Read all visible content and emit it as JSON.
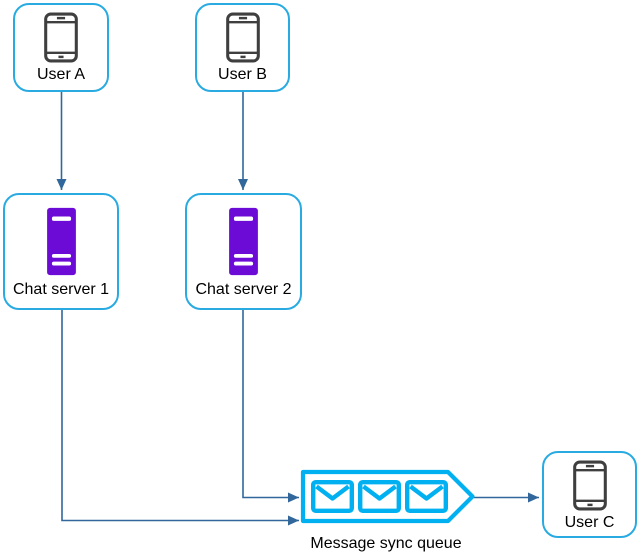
{
  "diagram": {
    "background": "#ffffff",
    "colors": {
      "node_border": "#29abe2",
      "queue_accent": "#00b0f0",
      "server_fill": "#6c0ad6",
      "phone_stroke": "#3f3f3f",
      "edge": "#31679b",
      "label_text": "#000000"
    },
    "nodes": {
      "user_a": {
        "label": "User A",
        "icon": "smartphone-icon"
      },
      "user_b": {
        "label": "User B",
        "icon": "smartphone-icon"
      },
      "chat_server_1": {
        "label": "Chat server 1",
        "icon": "server-icon"
      },
      "chat_server_2": {
        "label": "Chat server 2",
        "icon": "server-icon"
      },
      "message_sync_queue": {
        "label": "Message sync queue",
        "icon": "envelope-icon",
        "envelope_count": 3
      },
      "user_c": {
        "label": "User C",
        "icon": "smartphone-icon"
      }
    },
    "edges": [
      {
        "from": "user_a",
        "to": "chat_server_1"
      },
      {
        "from": "user_b",
        "to": "chat_server_2"
      },
      {
        "from": "chat_server_1",
        "to": "message_sync_queue"
      },
      {
        "from": "chat_server_2",
        "to": "message_sync_queue"
      },
      {
        "from": "message_sync_queue",
        "to": "user_c"
      }
    ]
  }
}
